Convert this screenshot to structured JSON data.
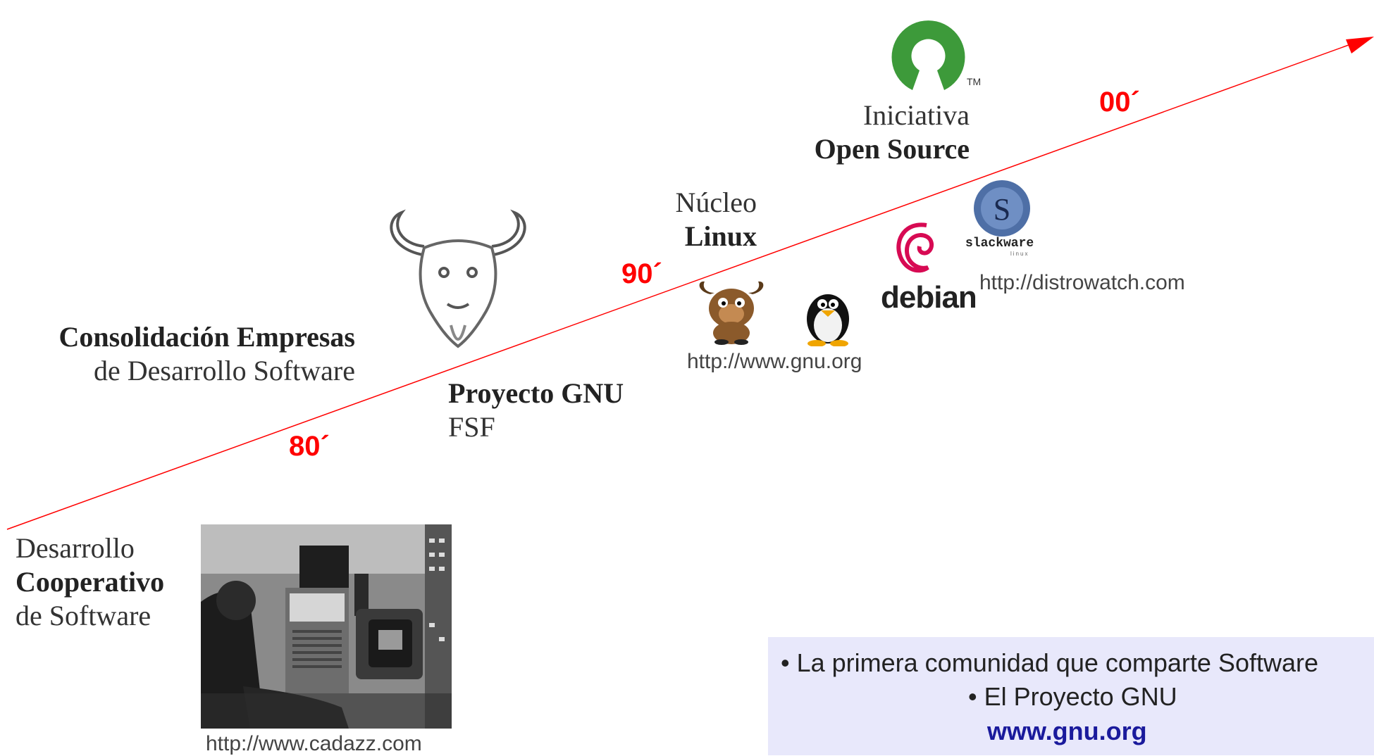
{
  "timeline": {
    "arrow_color": "#ff0000",
    "decades": [
      "80´",
      "90´",
      "00´"
    ]
  },
  "events": {
    "cooperative": {
      "line1": "Desarrollo",
      "line2": "Cooperativo",
      "line3": "de Software",
      "url": "http://www.cadazz.com"
    },
    "companies": {
      "line1": "Consolidación Empresas",
      "line2": "de Desarrollo Software"
    },
    "gnu": {
      "line1": "Proyecto GNU",
      "line2": "FSF"
    },
    "linux": {
      "line1": "Núcleo",
      "line2": "Linux",
      "url": "http://www.gnu.org"
    },
    "opensource": {
      "line1": "Iniciativa",
      "line2": "Open Source",
      "tm": "TM"
    },
    "distros": {
      "debian": "debian",
      "slackware": "slackware",
      "slackware_sub": "linux",
      "url": "http://distrowatch.com"
    }
  },
  "infobox": {
    "bullet1": "• La primera comunidad que comparte Software",
    "bullet2": "• El Proyecto GNU",
    "link": "www.gnu.org"
  }
}
